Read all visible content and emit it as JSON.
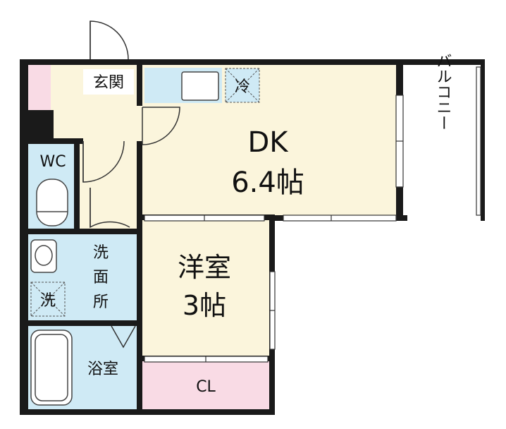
{
  "rooms": {
    "genkan": "玄関",
    "reizouko": "冷",
    "dk_name": "DK",
    "dk_size": "6.4帖",
    "balcony": "バルコニー",
    "wc": "WC",
    "senmenjo": [
      "洗",
      "面",
      "所"
    ],
    "sentakuki": "洗",
    "yoshitsu_name": "洋室",
    "yoshitsu_size": "3帖",
    "yokushitsu": "浴室",
    "closet": "CL"
  },
  "colors": {
    "entrance": "#fbf5dc",
    "dk": "#fbf5dc",
    "yoshitsu": "#fbf5dc",
    "water": "#cfeaf5",
    "closet": "#f9dbe5",
    "wall": "#1a1a1a",
    "balcony": "#ffffff"
  }
}
